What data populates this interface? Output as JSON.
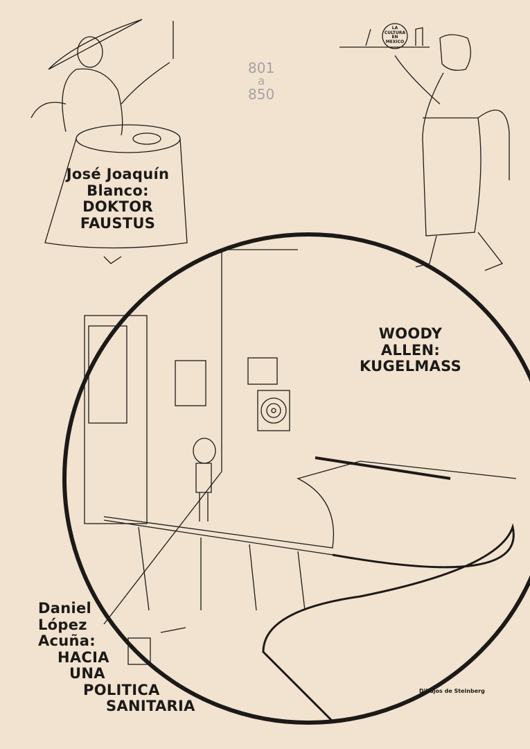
{
  "handwritten_note": {
    "line1": "801",
    "line2": "a",
    "line3": "850"
  },
  "tray_logo": {
    "line1": "LA",
    "line2": "CULTURA",
    "line3": "EN",
    "line4": "MEXICO"
  },
  "articles": [
    {
      "author_line1": "José Joaquín",
      "author_line2": "Blanco:",
      "title_line1": "DOKTOR",
      "title_line2": "FAUSTUS"
    },
    {
      "author_line1": "WOODY",
      "author_line2": "ALLEN:",
      "title_line1": "KUGELMASS"
    },
    {
      "author_line1": "Daniel",
      "author_line2": "López",
      "author_line3": "Acuña:",
      "title_line1": "HACIA",
      "title_line2": "UNA",
      "title_line3": "POLITICA",
      "title_line4": "SANITARIA"
    }
  ],
  "credit": "Dibujos de Steinberg"
}
